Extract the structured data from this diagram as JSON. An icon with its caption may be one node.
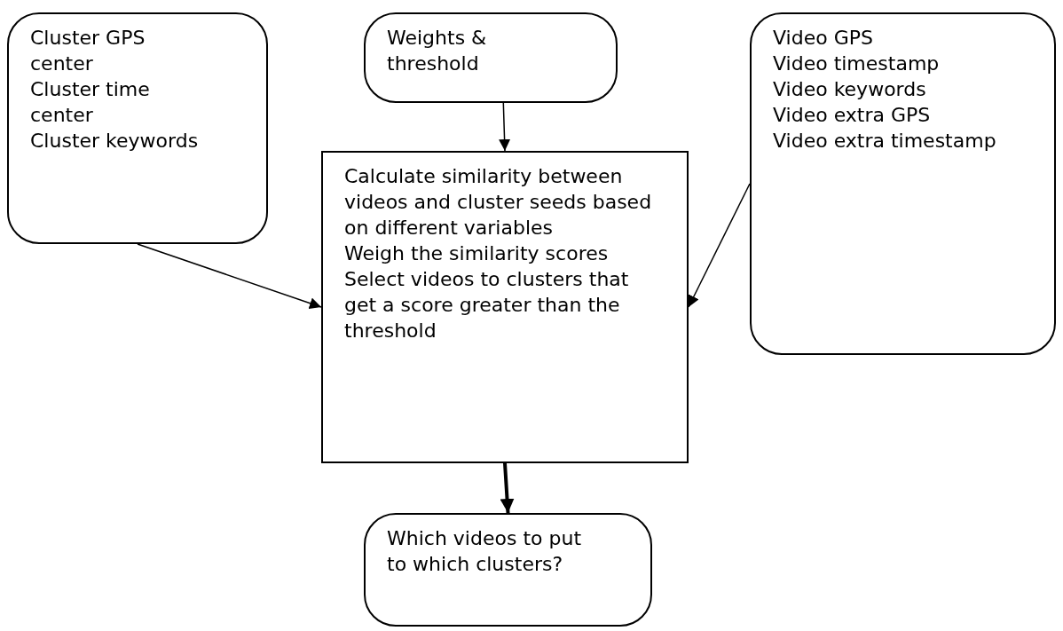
{
  "diagram": {
    "nodes": [
      {
        "text": [
          "Cluster GPS center",
          "Cluster time center",
          "Cluster keywords"
        ]
      },
      {
        "text": [
          "Weights & threshold"
        ]
      },
      {
        "text": [
          "Calculate similarity between videos and cluster seeds based on different variables",
          "Weigh the similarity scores",
          "Select videos to clusters that get a score greater than the threshold"
        ]
      },
      {
        "text": [
          "Video GPS",
          "Video timestamp",
          "Video keywords",
          "Video extra GPS",
          "Video extra timestamp"
        ]
      },
      {
        "text": [
          "Which videos to put to which clusters?"
        ]
      }
    ],
    "edges": [
      {
        "from": 0,
        "to": 2,
        "arrow": "to"
      },
      {
        "from": 1,
        "to": 2,
        "arrow": "to"
      },
      {
        "from": 3,
        "to": 2,
        "arrow": "to"
      },
      {
        "from": 2,
        "to": 4,
        "arrow": "to",
        "style": "thick"
      }
    ]
  }
}
